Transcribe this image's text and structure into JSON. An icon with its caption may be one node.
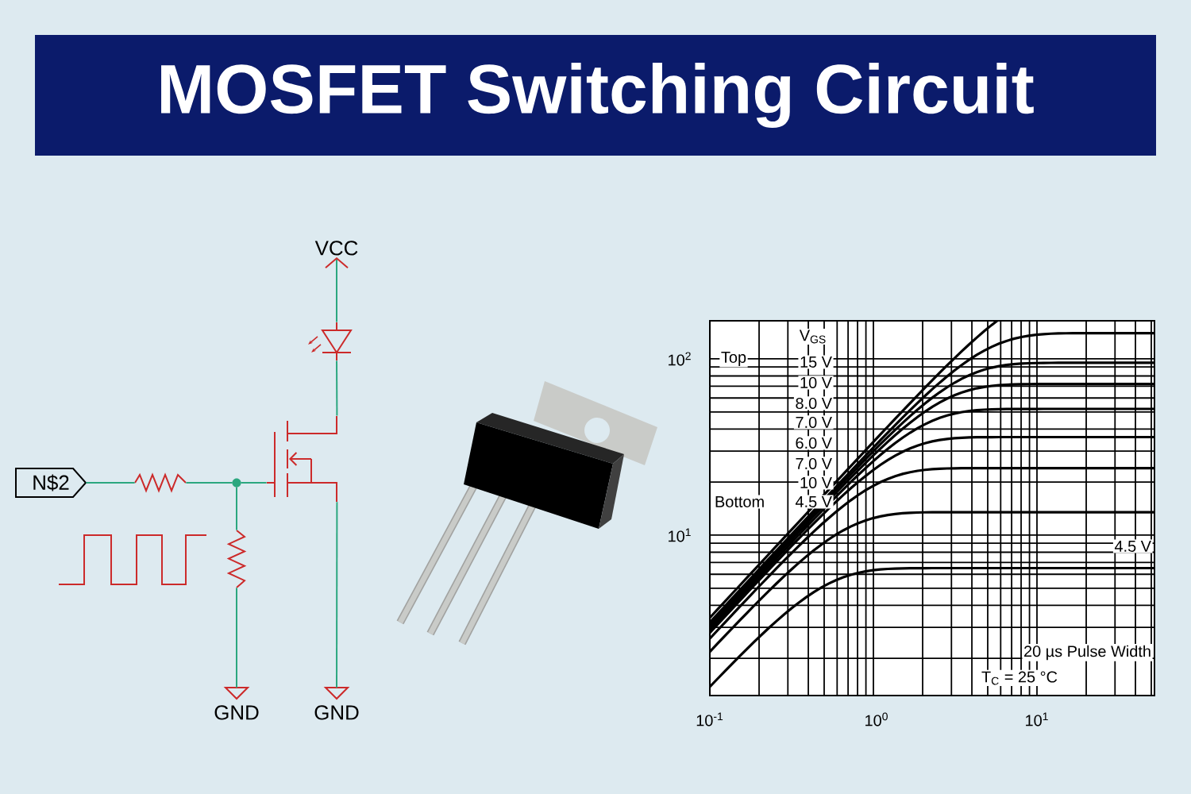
{
  "diagram": {
    "title": "MOSFET Switching Circuit",
    "nodes": [
      {
        "text": [
          "VCC"
        ]
      },
      {
        "text": [],
        "shape": "diode"
      },
      {
        "text": [],
        "shape": "transistor"
      },
      {
        "text": [
          "N$2"
        ]
      },
      {
        "text": [],
        "shape": "resistor"
      },
      {
        "text": [],
        "shape": "circle"
      },
      {
        "text": [],
        "shape": "resistor"
      },
      {
        "text": [
          "GND"
        ]
      },
      {
        "text": [
          "GND"
        ]
      }
    ],
    "edges": [
      {
        "from": 1,
        "to": 0,
        "arrow": "to"
      },
      {
        "from": 1,
        "to": 2,
        "arrow": "none"
      },
      {
        "from": 3,
        "to": 4,
        "arrow": "none"
      },
      {
        "from": 4,
        "to": 5,
        "arrow": "none"
      },
      {
        "from": 5,
        "to": 2,
        "arrow": "none"
      },
      {
        "from": 5,
        "to": 6,
        "arrow": "none"
      },
      {
        "from": 6,
        "to": 7,
        "arrow": "none"
      },
      {
        "from": 2,
        "to": 8,
        "arrow": "none"
      }
    ],
    "labels": [
      "V$_{GS}$",
      "10$^{2}$",
      "Top",
      "15 V",
      "10 V",
      "8.0 V",
      "7.0 V",
      "6.0 V",
      "7.0 V",
      "10 V",
      "Bottom",
      "4.5 V",
      "10$^{1}$",
      "4.5 V",
      "20 µs Pulse Width",
      "T$_{C}$ = 25 °C",
      "10$^{-1}$",
      "10$^{0}$",
      "10$^{1}$"
    ]
  }
}
